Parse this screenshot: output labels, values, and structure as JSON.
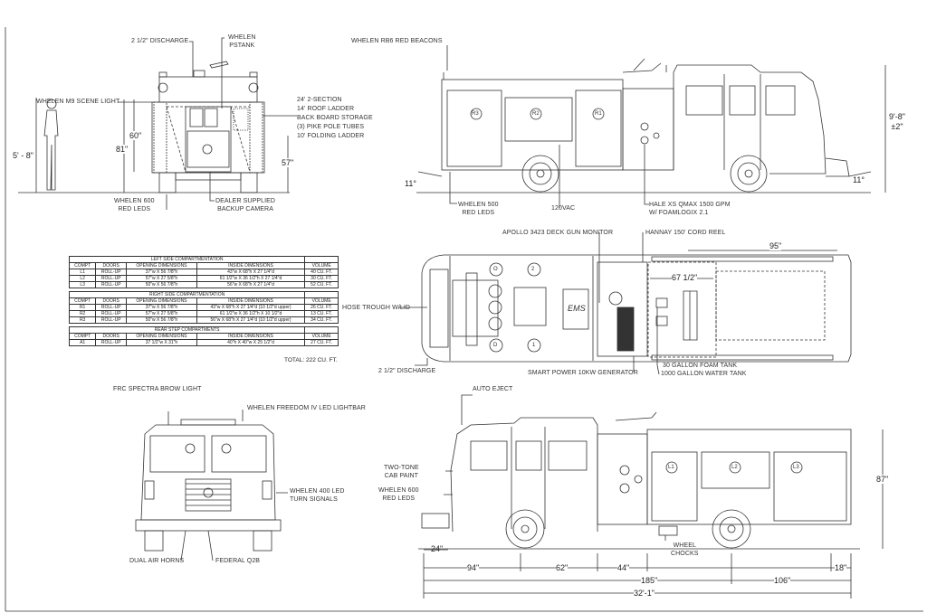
{
  "rear_view": {
    "labels": {
      "discharge": "2 1/2\" DISCHARGE",
      "pstank": [
        "WHELEN",
        "PSTANK"
      ],
      "scene_light": "WHELEN M9 SCENE LIGHT",
      "storage": [
        "24' 2-SECTION",
        "14' ROOF LADDER",
        "BACK BOARD STORAGE",
        "(3) PIKE POLE TUBES",
        "10' FOLDING LADDER"
      ],
      "red_leds": [
        "WHELEN 600",
        "RED LEDS"
      ],
      "camera": [
        "DEALER SUPPLIED",
        "BACKUP CAMERA"
      ]
    },
    "dims": {
      "d60": "60\"",
      "d81": "81\"",
      "person": "5' - 8\"",
      "d57": "57\""
    }
  },
  "side_view_officer": {
    "labels": {
      "beacons": "WHELEN RB6 RED BEACONS",
      "red_leds": [
        "WHELEN 500",
        "RED LEDS"
      ],
      "vac": "120VAC",
      "pump": [
        "HALE XS QMAX 1500 GPM",
        "W/ FOAMLOGIX 2.1"
      ],
      "compartments": [
        "R3",
        "R2",
        "R1"
      ]
    },
    "dims": {
      "height": [
        "9'-8\"",
        "±2\""
      ],
      "angle_rear": "11°",
      "angle_front": "11°"
    }
  },
  "compartment_table": {
    "columns": [
      "COMPT",
      "DOORS",
      "OPENING DIMENSIONS",
      "INSIDE DIMENSIONS",
      "VOLUME"
    ],
    "sections": [
      {
        "title": "LEFT SIDE COMPARTMENTATION",
        "rows": [
          [
            "L1",
            "ROLL-UP",
            "37\"w X 56 7/8\"h",
            "43\"w X 68\"h X 27 1/4\"d",
            "40 CU. FT."
          ],
          [
            "L2",
            "ROLL-UP",
            "57\"w X 27 5/8\"h",
            "61 1/2\"w X 36 1/2\"h X 27 1/4\"d",
            "30 CU. FT."
          ],
          [
            "L3",
            "ROLL-UP",
            "50\"w X 56 7/8\"h",
            "56\"w X 68\"h X 27 1/4\"d",
            "52 CU. FT."
          ]
        ]
      },
      {
        "title": "RIGHT SIDE COMPARTMENTATION",
        "rows": [
          [
            "R1",
            "ROLL-UP",
            "37\"w X 56 7/8\"h",
            "43\"w X 68\"h X 27 1/4\"d (10 1/2\"d upper)",
            "26 CU. FT."
          ],
          [
            "R2",
            "ROLL-UP",
            "57\"w X 27 5/8\"h",
            "61 1/2\"w X 36 1/2\"h X 10 1/2\"d",
            "13 CU. FT."
          ],
          [
            "R3",
            "ROLL-UP",
            "50\"w X 56 7/8\"h",
            "56\"w X 68\"h X 27 1/4\"d (10 1/2\"d upper)",
            "34 CU. FT."
          ]
        ]
      },
      {
        "title": "REAR STEP COMPARTMENTS",
        "rows": [
          [
            "A1",
            "ROLL-UP",
            "37 1/2\"w X 31\"h",
            "40\"h X 40\"w X 25 1/2\"d",
            "27 CU. FT."
          ]
        ]
      }
    ],
    "total": "TOTAL: 222 CU. FT."
  },
  "top_view": {
    "labels": {
      "deck_gun": "APOLLO 3423 DECK GUN MONITOR",
      "cord_reel": "HANNAY 150' CORD REEL",
      "hose_trough": "HOSE TROUGH W/LID",
      "ems": "EMS",
      "discharge": "2 1/2\" DISCHARGE",
      "generator": "SMART POWER 10KW GENERATOR",
      "foam_tank": "30 GALLON FOAM TANK",
      "water_tank": "1000 GALLON WATER TANK",
      "seats": [
        "O",
        "2",
        "D",
        "1"
      ]
    },
    "dims": {
      "d95": "95\"",
      "d67": "67 1/2\""
    }
  },
  "front_view": {
    "labels": {
      "brow_light": "FRC SPECTRA BROW LIGHT",
      "lightbar": "WHELEN FREEDOM IV LED LIGHTBAR",
      "turn_signals": [
        "WHELEN 400 LED",
        "TURN SIGNALS"
      ],
      "air_horns": "DUAL AIR HORNS",
      "siren": "FEDERAL Q2B"
    }
  },
  "side_view_driver": {
    "labels": {
      "auto_eject": "AUTO EJECT",
      "paint": [
        "TWO-TONE",
        "CAB PAINT"
      ],
      "red_leds": [
        "WHELEN 600",
        "RED LEDS"
      ],
      "chocks": [
        "WHEEL",
        "CHOCKS"
      ],
      "compartments": [
        "L1",
        "L2",
        "L3"
      ]
    },
    "dims": {
      "d87": "87\"",
      "d24": "24\"",
      "d94": "94\"",
      "d62": "62\"",
      "d44": "44\"",
      "d18": "18\"",
      "d185": "185\"",
      "d106": "106\"",
      "overall": "32'-1\""
    }
  }
}
